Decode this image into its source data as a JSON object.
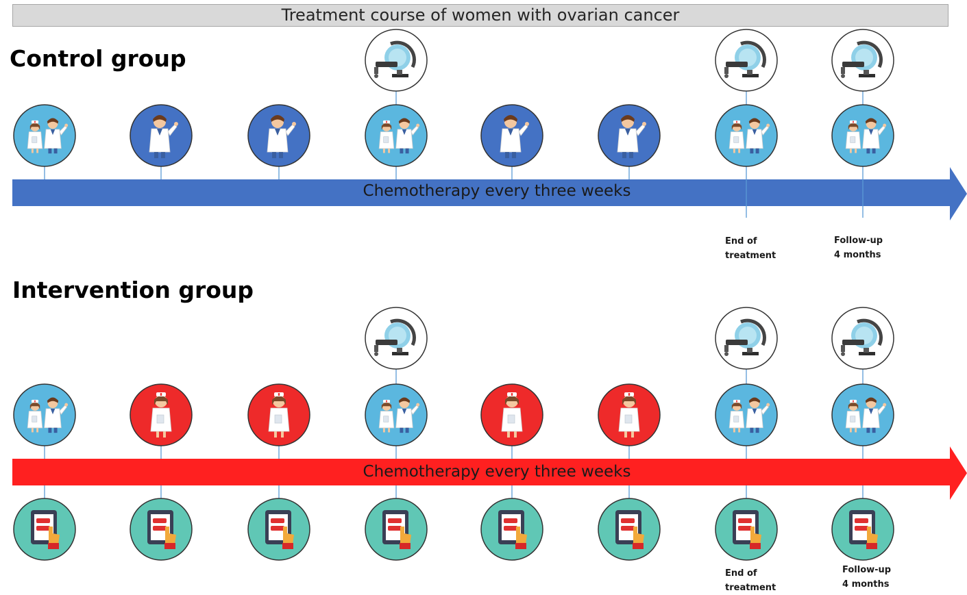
{
  "title": "Treatment course of women with ovarian cancer",
  "control": {
    "heading": "Control group",
    "arrow_label": "Chemotherapy every three weeks",
    "arrow_color": "#4472c4",
    "visits": [
      "team-icon",
      "doctor-icon",
      "doctor-icon",
      "team-icon",
      "doctor-icon",
      "doctor-icon",
      "team-icon",
      "team-icon"
    ],
    "scan_visits": [
      4,
      7,
      8
    ],
    "milestones": [
      {
        "text": "End of\ntreatment"
      },
      {
        "text": "Follow-up\n4 months"
      }
    ]
  },
  "intervention": {
    "heading": "Intervention group",
    "arrow_label": "Chemotherapy every three weeks",
    "arrow_color": "#ff2020",
    "visits": [
      "team-icon",
      "nurse-icon",
      "nurse-icon",
      "team-icon",
      "nurse-icon",
      "nurse-icon",
      "team-icon",
      "team-icon"
    ],
    "scan_visits": [
      4,
      7,
      8
    ],
    "tablet_icon": "tablet-questionnaire-icon",
    "milestones": [
      {
        "text": "End of\ntreatment"
      },
      {
        "text": "Follow-up\n4 months"
      }
    ]
  },
  "colors": {
    "team_bg": "#5bb7df",
    "doctor_bg": "#4472c4",
    "nurse_bg": "#ee2a2a",
    "tablet_bg": "#60c7b5",
    "connector": "#5b9bd5"
  }
}
